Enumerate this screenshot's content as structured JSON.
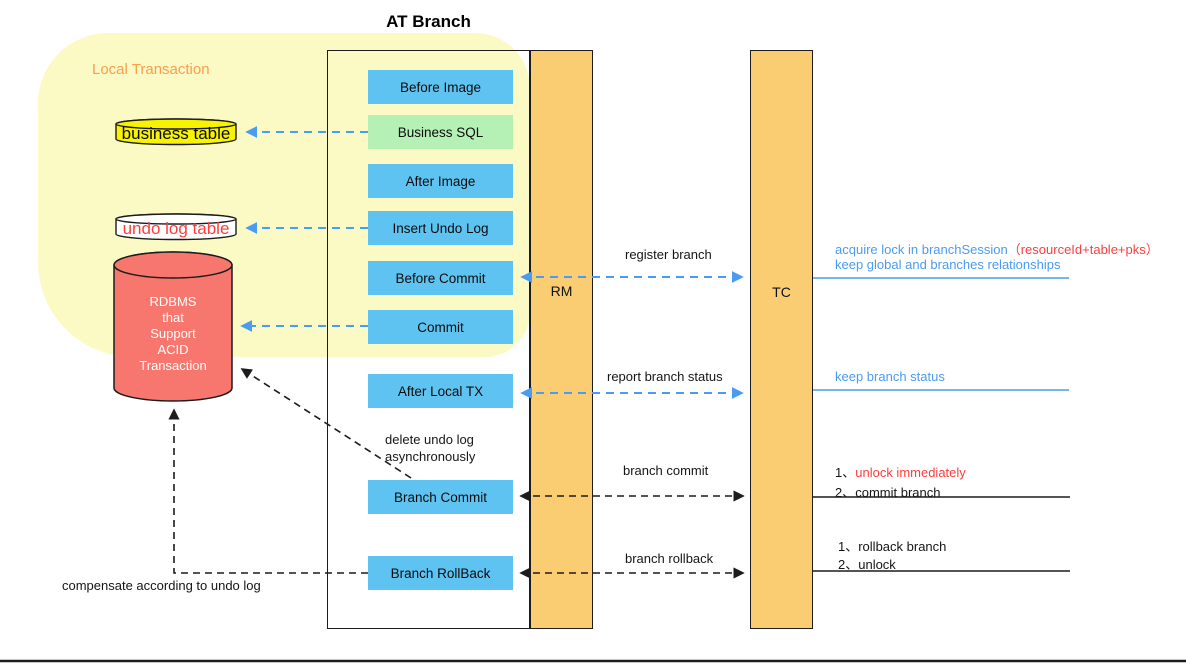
{
  "title": "AT Branch",
  "local_transaction_label": "Local Transaction",
  "lifelines": {
    "rm": "RM",
    "tc": "TC"
  },
  "steps": {
    "before_image": "Before Image",
    "business_sql": "Business SQL",
    "after_image": "After Image",
    "insert_undo_log": "Insert Undo Log",
    "before_commit": "Before Commit",
    "commit": "Commit",
    "after_local_tx": "After Local TX",
    "branch_commit": "Branch Commit",
    "branch_rollback": "Branch RollBack"
  },
  "stores": {
    "business_table": "business table",
    "undo_log_table": "undo log table",
    "rdbms_lines": [
      "RDBMS",
      "that",
      "Support",
      "ACID",
      "Transaction"
    ]
  },
  "messages": {
    "register_branch": "register branch",
    "report_branch_status": "report branch status",
    "branch_commit": "branch commit",
    "branch_rollback": "branch rollback",
    "delete_undo_line1": "delete undo log",
    "delete_undo_line2": "asynchronously",
    "compensate": "compensate according to undo log"
  },
  "tc_notes": {
    "acquire_lock_blue": "acquire lock in branchSession",
    "acquire_lock_red": "（resourceId+table+pks）",
    "keep_global": "keep global and branches relationships",
    "keep_branch_status": "keep branch status",
    "commit_step1_prefix": "1、",
    "commit_step1_red": "unlock immediately",
    "commit_step2": "2、commit branch",
    "rollback_step1": "1、rollback branch",
    "rollback_step2": "2、unlock"
  },
  "colors": {
    "blob_yellow": "#FBFAC5",
    "bar_orange": "#FBCD72",
    "step_blue": "#5FC3F1",
    "step_green": "#B5F1B5",
    "table_yellow": "#F8F303",
    "rdbms_red": "#F7776E",
    "arrow_blue": "#4A9CF2",
    "text_red": "#FB3E3E",
    "text_orange": "#FA9E4D"
  }
}
